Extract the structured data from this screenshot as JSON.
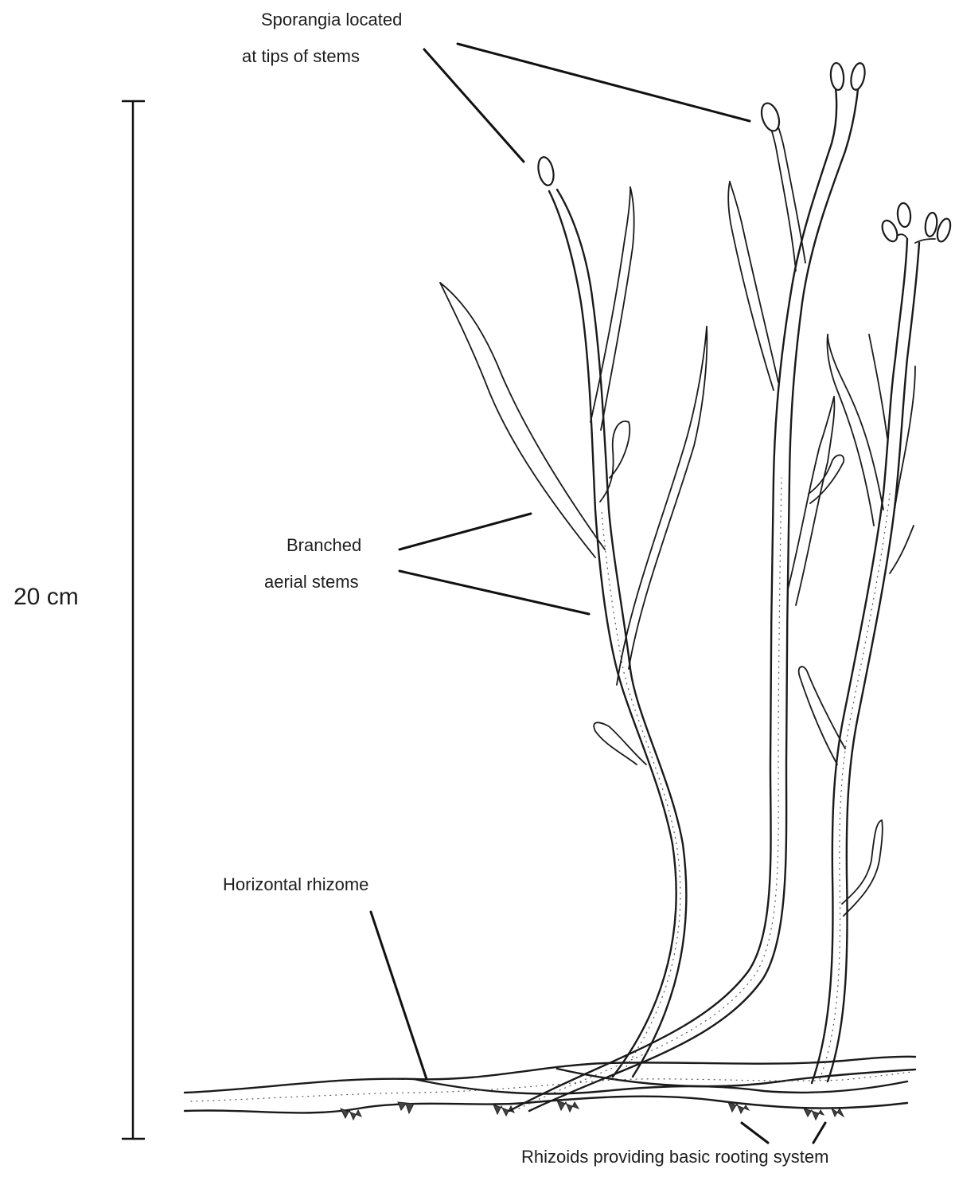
{
  "labels": {
    "sporangia_line1": "Sporangia located",
    "sporangia_line2": "at tips of stems",
    "branched_line1": "Branched",
    "branched_line2": "aerial stems",
    "rhizome": "Horizontal rhizome",
    "rhizoids": "Rhizoids providing basic rooting system",
    "scale": "20 cm"
  }
}
